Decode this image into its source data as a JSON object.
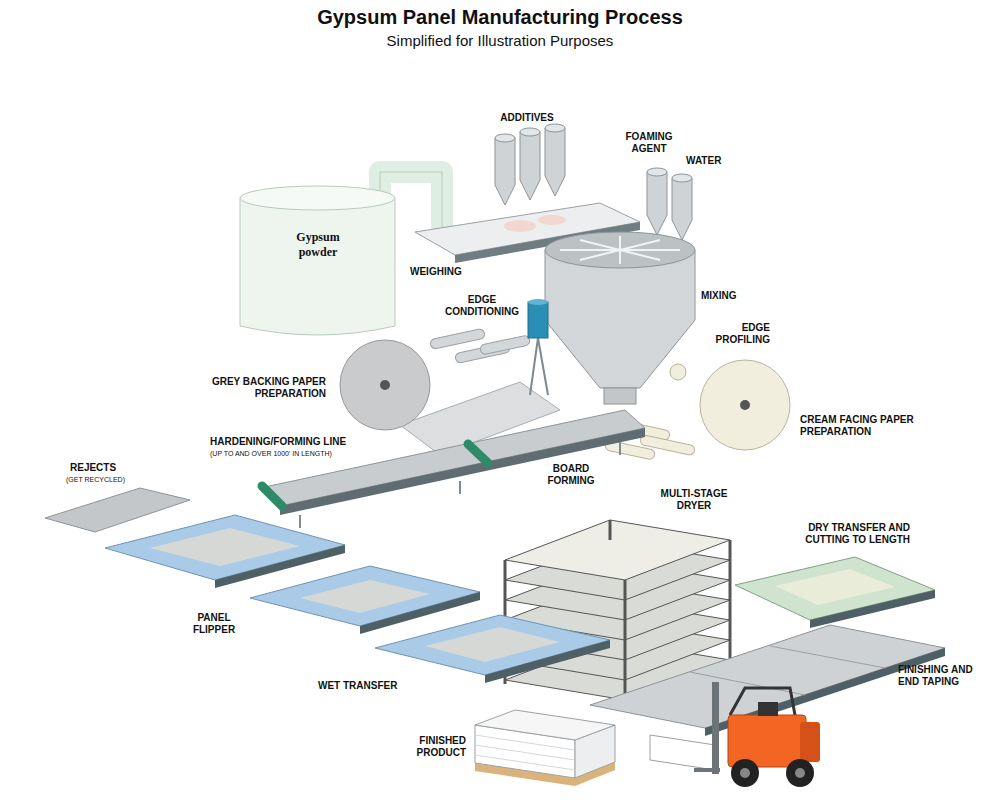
{
  "diagram": {
    "title": "Gypsum Panel Manufacturing Process",
    "caption": "Simplified for Illustration Purposes",
    "nodes": [
      {
        "text": [
          "Gypsum powder"
        ]
      }
    ],
    "labels": [
      "ADDITIVES",
      "FOAMING AGENT",
      "WATER",
      "WEIGHING",
      "MIXING",
      "EDGE CONDITIONING",
      "EDGE PROFILING",
      "GREY BACKING PAPER PREPARATION",
      "CREAM FACING PAPER PREPARATION",
      "HARDENING/FORMING LINE",
      "(UP TO AND OVER 1000' IN LENGTH)",
      "BOARD FORMING",
      "REJECTS",
      "(GET RECYCLED)",
      "MULTI-STAGE DRYER",
      "DRY TRANSFER AND CUTTING TO LENGTH",
      "PANEL FLIPPER",
      "WET TRANSFER",
      "FINISHING AND END TAPING",
      "FINISHED PRODUCT"
    ]
  }
}
